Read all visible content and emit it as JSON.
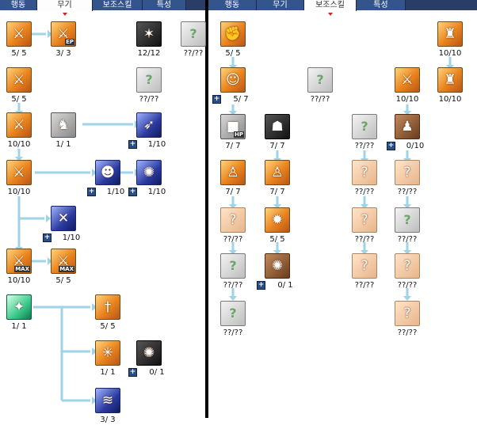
{
  "tabs_left": [
    {
      "label": "행동",
      "active": false
    },
    {
      "label": "무기",
      "active": true
    },
    {
      "label": "보조스킬",
      "active": false
    },
    {
      "label": "특성",
      "active": false
    }
  ],
  "tabs_right": [
    {
      "label": "행동",
      "active": false
    },
    {
      "label": "무기",
      "active": false
    },
    {
      "label": "보조스킬",
      "active": true
    },
    {
      "label": "특성",
      "active": false
    }
  ],
  "skills": [
    {
      "id": "l1",
      "level": "5/ 5",
      "icon": "crossed-swords-icon",
      "style": "warm",
      "glyph": "⚔"
    },
    {
      "id": "l2",
      "level": "3/ 3",
      "icon": "swords-ep-icon",
      "style": "warm",
      "glyph": "⚔",
      "badge": "EP"
    },
    {
      "id": "l3",
      "level": "12/12",
      "icon": "dark-slash-icon",
      "style": "dark",
      "glyph": "✶"
    },
    {
      "id": "l4",
      "level": "??/??",
      "icon": "unknown-skill-icon",
      "style": "locked",
      "glyph": "?"
    },
    {
      "id": "l5",
      "level": "5/ 5",
      "icon": "crossed-swords-icon",
      "style": "warm",
      "glyph": "⚔"
    },
    {
      "id": "l6",
      "level": "??/??",
      "icon": "unknown-skill-icon",
      "style": "locked",
      "glyph": "?"
    },
    {
      "id": "l7",
      "level": "10/10",
      "icon": "crossed-swords-stars-icon",
      "style": "warm",
      "glyph": "⚔"
    },
    {
      "id": "l8",
      "level": "1/ 1",
      "icon": "running-figure-icon",
      "style": "grey",
      "glyph": "♞"
    },
    {
      "id": "l9",
      "level": "1/10",
      "icon": "dash-strike-icon",
      "style": "blue",
      "glyph": "➶",
      "plus": true
    },
    {
      "id": "l10",
      "level": "10/10",
      "icon": "crossed-swords-stars-icon",
      "style": "warm",
      "glyph": "⚔"
    },
    {
      "id": "l11",
      "level": "1/10",
      "icon": "mask-icon",
      "style": "blue",
      "glyph": "☻",
      "plus": true
    },
    {
      "id": "l12",
      "level": "1/10",
      "icon": "vortex-icon",
      "style": "blue",
      "glyph": "✺",
      "plus": true
    },
    {
      "id": "l13",
      "level": "1/10",
      "icon": "shield-cross-icon",
      "style": "blue",
      "glyph": "✕",
      "plus": true
    },
    {
      "id": "l14",
      "level": "10/10",
      "icon": "swords-max-icon",
      "style": "warm",
      "glyph": "⚔",
      "badge": "MAX"
    },
    {
      "id": "l15",
      "level": "5/ 5",
      "icon": "swords-max-icon",
      "style": "warm",
      "glyph": "⚔",
      "badge": "MAX"
    },
    {
      "id": "l16",
      "level": "1/ 1",
      "icon": "figure-glow-icon",
      "style": "green",
      "glyph": "✦"
    },
    {
      "id": "l17",
      "level": "5/ 5",
      "icon": "sword-icon",
      "style": "warm",
      "glyph": "†"
    },
    {
      "id": "l18",
      "level": "1/ 1",
      "icon": "slash-burst-icon",
      "style": "warm",
      "glyph": "✳"
    },
    {
      "id": "l19",
      "level": "0/ 1",
      "icon": "dark-vortex-icon",
      "style": "dark",
      "glyph": "✺",
      "plus": true
    },
    {
      "id": "l20",
      "level": "3/ 3",
      "icon": "wind-slash-icon",
      "style": "blue",
      "glyph": "≋"
    },
    {
      "id": "r1",
      "level": "5/ 5",
      "icon": "fist-icon",
      "style": "warm",
      "glyph": "✊"
    },
    {
      "id": "r2",
      "level": "10/10",
      "icon": "boot-icon",
      "style": "warm",
      "glyph": "♜"
    },
    {
      "id": "r3",
      "level": "5/ 7",
      "icon": "face-icon",
      "style": "warm",
      "glyph": "☺",
      "plus": true
    },
    {
      "id": "r4",
      "level": "??/??",
      "icon": "unknown-skill-icon",
      "style": "locked",
      "glyph": "?"
    },
    {
      "id": "r5",
      "level": "10/10",
      "icon": "crossed-swords-icon",
      "style": "warm",
      "glyph": "⚔"
    },
    {
      "id": "r6",
      "level": "10/10",
      "icon": "boot-stars-icon",
      "style": "warm",
      "glyph": "♜"
    },
    {
      "id": "r7",
      "level": "7/ 7",
      "icon": "hp-cube-icon",
      "style": "grey",
      "glyph": "■",
      "badge": "HP"
    },
    {
      "id": "r8",
      "level": "7/ 7",
      "icon": "dark-beast-icon",
      "style": "dark",
      "glyph": "☗"
    },
    {
      "id": "r9",
      "level": "??/??",
      "icon": "unknown-skill-icon",
      "style": "locked",
      "glyph": "?"
    },
    {
      "id": "r10",
      "level": "0/10",
      "icon": "brown-figure-icon",
      "style": "brown",
      "glyph": "♟",
      "plus": true
    },
    {
      "id": "r11",
      "level": "7/ 7",
      "icon": "standing-figure-icon",
      "style": "warm",
      "glyph": "♙"
    },
    {
      "id": "r12",
      "level": "7/ 7",
      "icon": "figure-arms-up-icon",
      "style": "warm",
      "glyph": "♙"
    },
    {
      "id": "r13",
      "level": "??/??",
      "icon": "unknown-skill-icon",
      "style": "warm-locked",
      "glyph": "?"
    },
    {
      "id": "r14",
      "level": "??/??",
      "icon": "unknown-skill-icon",
      "style": "warm-locked",
      "glyph": "?"
    },
    {
      "id": "r15",
      "level": "??/??",
      "icon": "unknown-skill-icon",
      "style": "warm-locked",
      "glyph": "?"
    },
    {
      "id": "r16",
      "level": "5/ 5",
      "icon": "explosion-icon",
      "style": "warm",
      "glyph": "✹"
    },
    {
      "id": "r17",
      "level": "??/??",
      "icon": "unknown-skill-icon",
      "style": "warm-locked",
      "glyph": "?"
    },
    {
      "id": "r18",
      "level": "??/??",
      "icon": "unknown-skill-icon",
      "style": "locked",
      "glyph": "?"
    },
    {
      "id": "r19",
      "level": "??/??",
      "icon": "unknown-skill-icon",
      "style": "locked",
      "glyph": "?"
    },
    {
      "id": "r20",
      "level": "0/ 1",
      "icon": "fire-circle-icon",
      "style": "brown",
      "glyph": "✺",
      "plus": true
    },
    {
      "id": "r21",
      "level": "??/??",
      "icon": "unknown-skill-icon",
      "style": "warm-locked",
      "glyph": "?"
    },
    {
      "id": "r22",
      "level": "??/??",
      "icon": "unknown-skill-icon",
      "style": "warm-locked",
      "glyph": "?"
    },
    {
      "id": "r23",
      "level": "??/??",
      "icon": "unknown-skill-icon",
      "style": "locked",
      "glyph": "?"
    },
    {
      "id": "r24",
      "level": "??/??",
      "icon": "unknown-skill-icon",
      "style": "warm-locked",
      "glyph": "?"
    }
  ],
  "colors": {
    "line": "#9fd3e6",
    "tab_bg": "#34558c",
    "divider": "#000000"
  }
}
